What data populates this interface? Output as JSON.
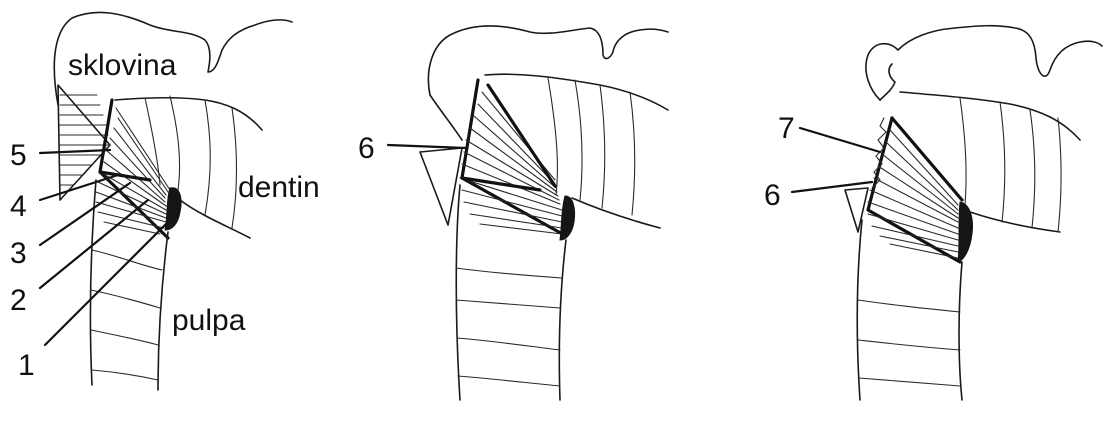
{
  "labels": {
    "enamel": "sklovina",
    "dentin": "dentin",
    "pulp": "pulpa"
  },
  "panel1": {
    "numbers": [
      "5",
      "4",
      "3",
      "2",
      "1"
    ]
  },
  "panel2": {
    "numbers": [
      "6"
    ]
  },
  "panel3": {
    "numbers": [
      "7",
      "6"
    ]
  }
}
